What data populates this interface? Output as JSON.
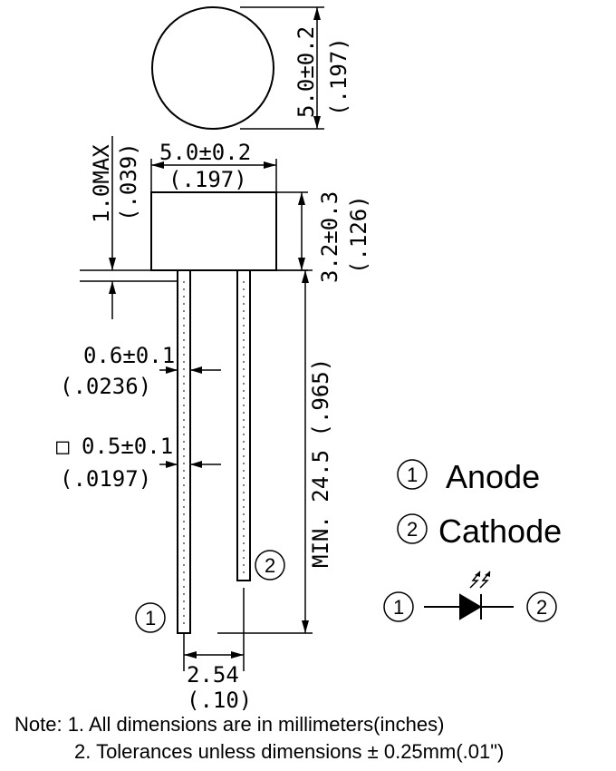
{
  "top_view": {
    "diameter_mm": "5.0±0.2",
    "diameter_in": "(.197)"
  },
  "side_view": {
    "width_mm": "5.0±0.2",
    "width_in": "(.197)",
    "height_mm": "3.2±0.3",
    "height_in": "(.126)",
    "flange_mm": "1.0MAX",
    "flange_in": "(.039)",
    "lead_length": "MIN. 24.5 (.965)",
    "lead_dia_mm": "0.6±0.1",
    "lead_dia_in": "(.0236)",
    "lead_sq_symbol": "□",
    "lead_sq_mm": "0.5±0.1",
    "lead_sq_in": "(.0197)",
    "pitch_mm": "2.54",
    "pitch_in": "(.10)"
  },
  "pins": {
    "pin1_num": "1",
    "pin2_num": "2"
  },
  "legend": {
    "item1_num": "1",
    "item1_label": "Anode",
    "item2_num": "2",
    "item2_label": "Cathode"
  },
  "symbol": {
    "left_num": "1",
    "right_num": "2"
  },
  "notes": {
    "line1": "Note: 1. All dimensions are in millimeters(inches)",
    "line2": "2. Tolerances unless dimensions ± 0.25mm(.01\")"
  }
}
